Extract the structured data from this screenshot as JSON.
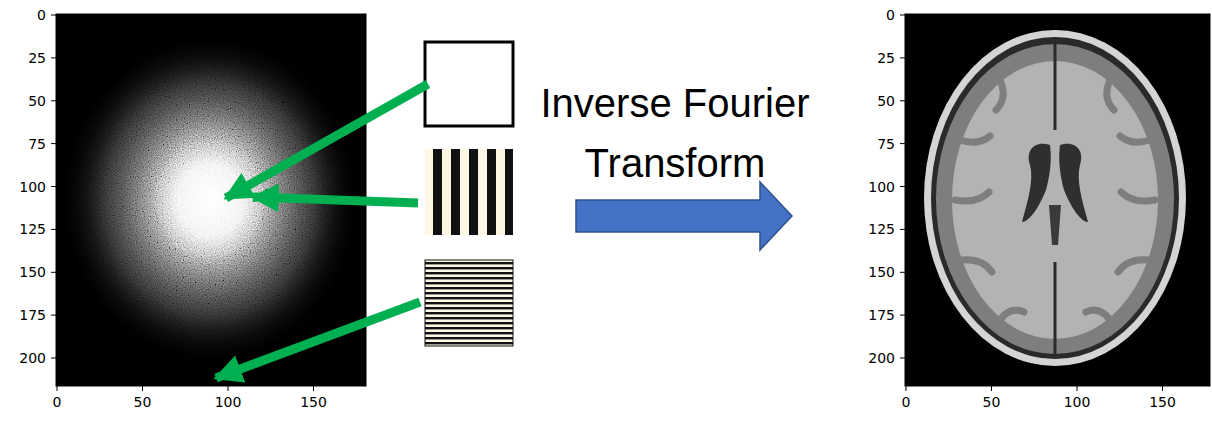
{
  "diagram": {
    "labels": [
      "0",
      "25",
      "50",
      "75",
      "100",
      "125",
      "150",
      "175",
      "200",
      "0",
      "50",
      "100",
      "150",
      "Inverse Fourier Transform",
      "0",
      "25",
      "50",
      "75",
      "100",
      "125",
      "150",
      "175",
      "200",
      "0",
      "50",
      "100",
      "150"
    ]
  }
}
